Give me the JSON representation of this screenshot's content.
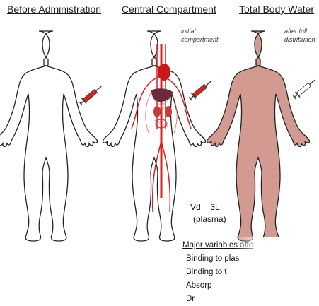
{
  "panels": [
    {
      "title": "Before Administration"
    },
    {
      "title": "Central Compartment",
      "note_line1": "initial",
      "note_line2": "compartment"
    },
    {
      "title": "Total Body Water",
      "note_line1": "after full",
      "note_line2": "distribution"
    }
  ],
  "vd": {
    "line1": "Vd = 3L",
    "line2": "(plasma)"
  },
  "variables": {
    "title": "Major variables affe",
    "items": [
      "Binding to plas",
      "Binding to t",
      "Absorp",
      "Dr"
    ]
  },
  "colors": {
    "body_fill_total_water": "#d39a92",
    "vessels": "#d92020",
    "syringe": "#cc2a20"
  }
}
